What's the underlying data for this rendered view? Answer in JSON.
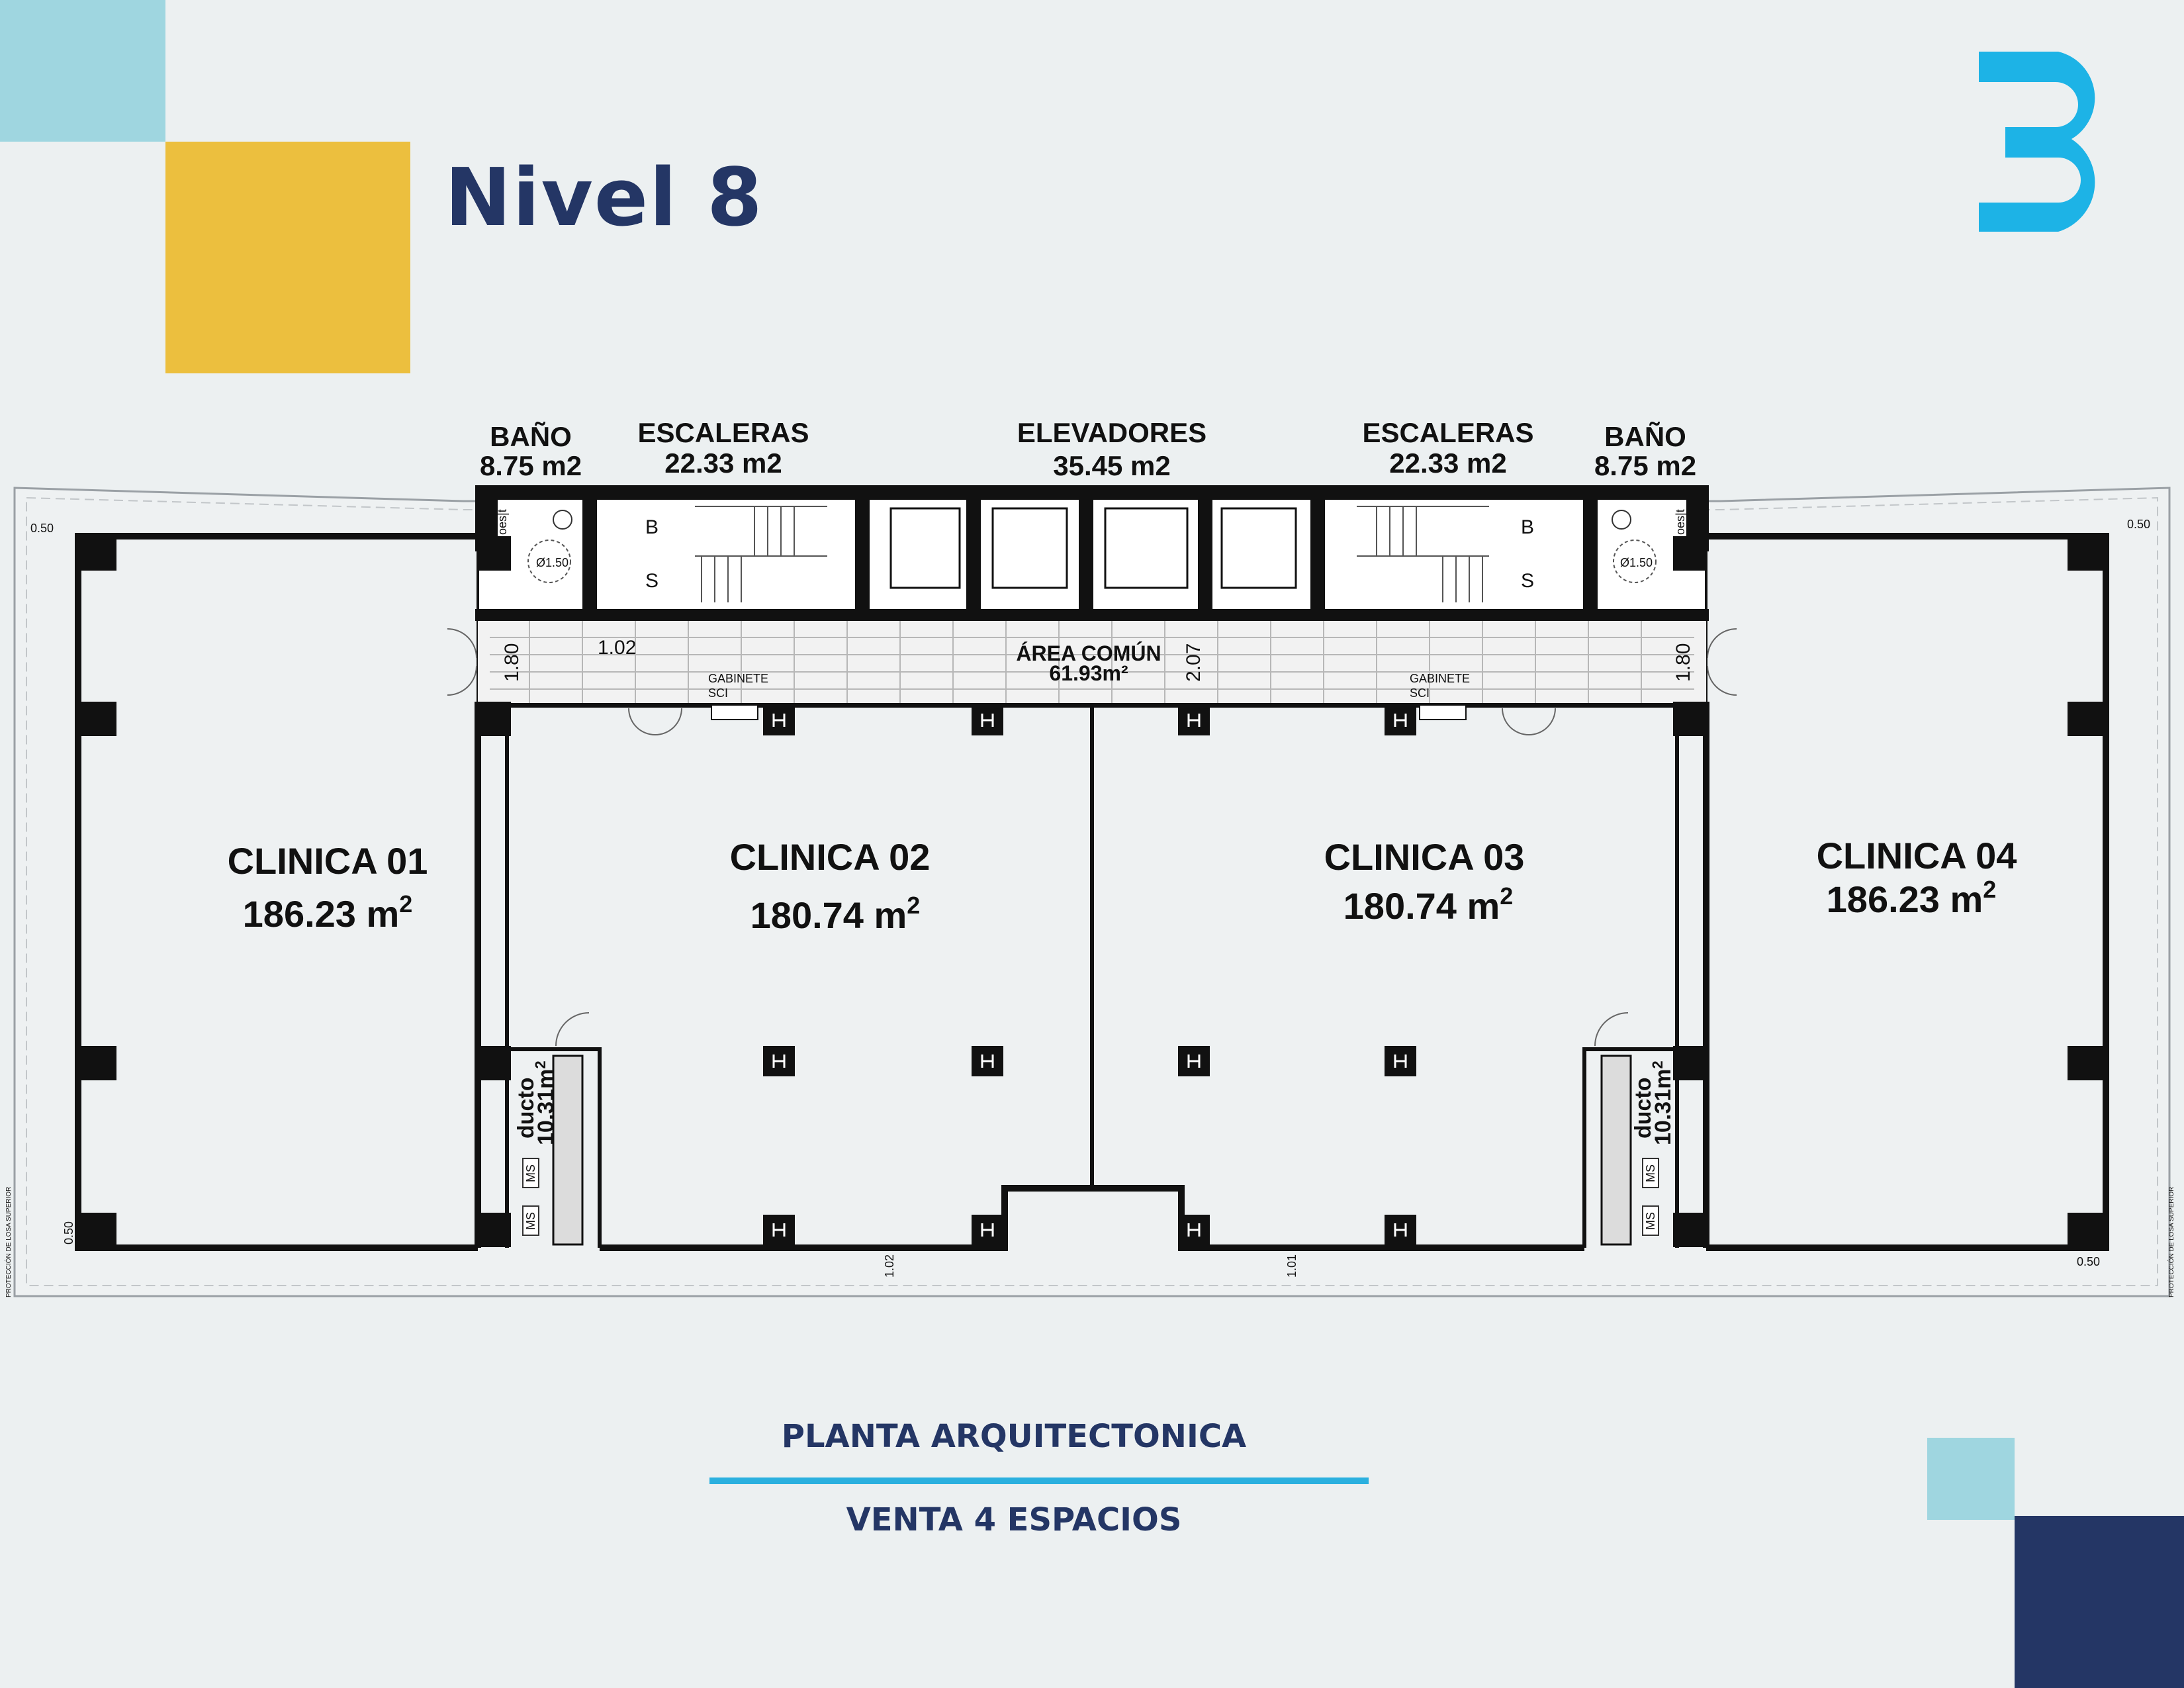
{
  "page": {
    "title": "Nivel 8",
    "subtitle": "PLANTA ARQUITECTONICA",
    "caption": "VENTA 4 ESPACIOS"
  },
  "colors": {
    "navy": "#243665",
    "yellow": "#ecbf3e",
    "light_blue": "#9fd6e0",
    "cyan": "#2bb0df",
    "background": "#ecf0f1"
  },
  "logo": {
    "icon": "b-logo-icon"
  },
  "plan": {
    "rooms": {
      "bano_left": {
        "name": "BAÑO",
        "area": "8.75 m2"
      },
      "escaleras_left": {
        "name": "ESCALERAS",
        "area": "22.33 m2"
      },
      "elevadores": {
        "name": "ELEVADORES",
        "area": "35.45 m2"
      },
      "escaleras_right": {
        "name": "ESCALERAS",
        "area": "22.33 m2"
      },
      "bano_right": {
        "name": "BAÑO",
        "area": "8.75 m2"
      },
      "area_comun": {
        "name": "ÁREA COMÚN",
        "area": "61.93m²"
      }
    },
    "clinics": [
      {
        "name": "CLINICA 01",
        "area": "186.23 m",
        "sup": "2"
      },
      {
        "name": "CLINICA 02",
        "area": "180.74 m",
        "sup": "2"
      },
      {
        "name": "CLINICA 03",
        "area": "180.74 m",
        "sup": "2"
      },
      {
        "name": "CLINICA 04",
        "area": "186.23 m",
        "sup": "2"
      }
    ],
    "ducts": [
      {
        "name": "ducto",
        "area": "10.31m",
        "sup": "2"
      },
      {
        "name": "ducto",
        "area": "10.31m",
        "sup": "2"
      }
    ],
    "gabinete": {
      "line1": "GABINETE",
      "line2": "SCI"
    },
    "stair_marks": {
      "up": "B",
      "down": "S"
    },
    "bath_diameter": "Ø1.50",
    "bath_tag": "oes|t",
    "ms": "MS",
    "dims": {
      "d050": "0.50",
      "d180": "1.80",
      "d102": "1.02",
      "d207": "2.07",
      "d101": "1.01"
    },
    "edge_note": "PROTECCIÓN DE LOSA SUPERIOR"
  }
}
